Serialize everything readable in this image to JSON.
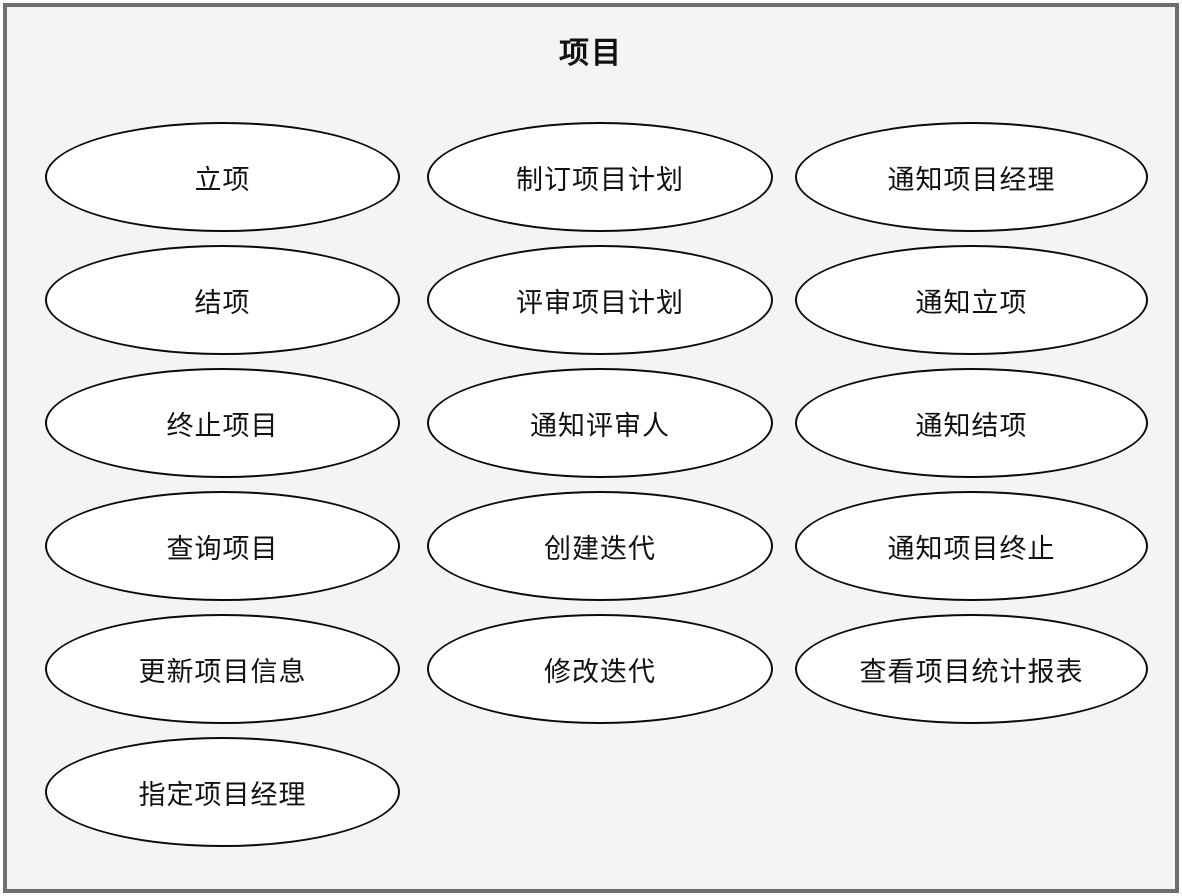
{
  "diagram": {
    "type": "uml-use-case",
    "system_title": "项目",
    "colors": {
      "frame_border": "#6e6e6e",
      "canvas_background": "#f4f4f4",
      "ellipse_fill": "#ffffff",
      "ellipse_stroke": "#0a0a0a",
      "text": "#111111"
    },
    "use_cases": {
      "r1c1": "立项",
      "r1c2": "制订项目计划",
      "r1c3": "通知项目经理",
      "r2c1": "结项",
      "r2c2": "评审项目计划",
      "r2c3": "通知立项",
      "r3c1": "终止项目",
      "r3c2": "通知评审人",
      "r3c3": "通知结项",
      "r4c1": "查询项目",
      "r4c2": "创建迭代",
      "r4c3": "通知项目终止",
      "r5c1": "更新项目信息",
      "r5c2": "修改迭代",
      "r5c3": "查看项目统计报表",
      "r6c1": "指定项目经理"
    }
  }
}
